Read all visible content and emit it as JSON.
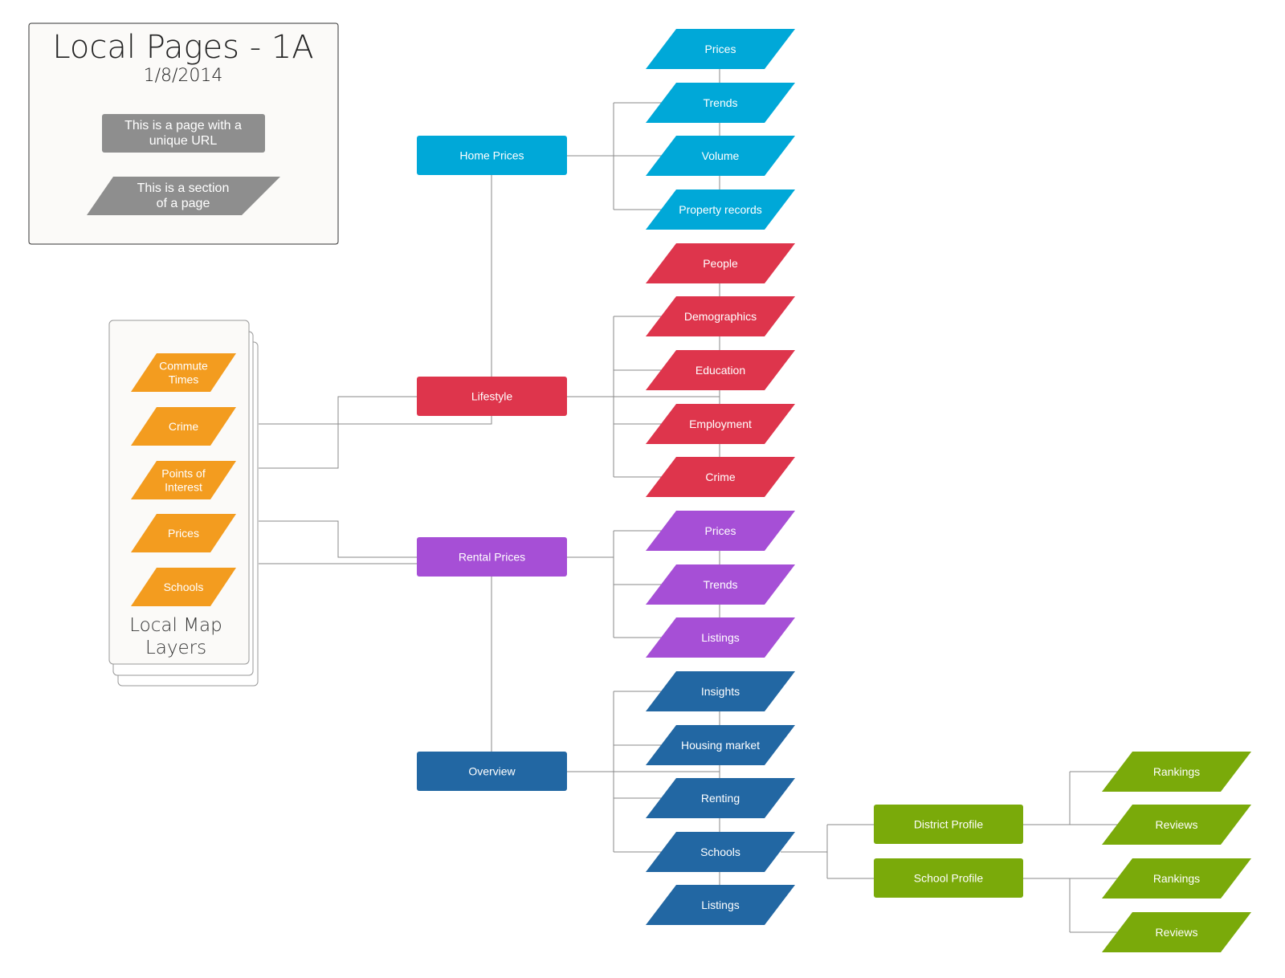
{
  "legend": {
    "title": "Local Pages - 1A",
    "date": "1/8/2014",
    "page_example": "This is a page with a\nunique URL",
    "section_example": "This is a section\nof a page"
  },
  "colors": {
    "home": "#00A8D8",
    "lifestyle": "#DE354C",
    "rental": "#A64FD6",
    "overview": "#2267A3",
    "map": "#F39C1F",
    "school": "#7AAA0A",
    "legend_gray": "#8E8E8E",
    "line": "#8a8a8a"
  },
  "map_layers": {
    "title": "Local Map\nLayers",
    "items": [
      "Commute\nTimes",
      "Crime",
      "Points of\nInterest",
      "Prices",
      "Schools"
    ]
  },
  "pages": {
    "home_prices": "Home Prices",
    "lifestyle": "Lifestyle",
    "rental_prices": "Rental Prices",
    "overview": "Overview",
    "district_profile": "District Profile",
    "school_profile": "School Profile"
  },
  "sections": {
    "home_prices": [
      "Prices",
      "Trends",
      "Volume",
      "Property records"
    ],
    "lifestyle": [
      "People",
      "Demographics",
      "Education",
      "Employment",
      "Crime"
    ],
    "rental_prices": [
      "Prices",
      "Trends",
      "Listings"
    ],
    "overview": [
      "Insights",
      "Housing market",
      "Renting",
      "Schools",
      "Listings"
    ],
    "district_profile": [
      "Rankings",
      "Reviews"
    ],
    "school_profile": [
      "Rankings",
      "Reviews"
    ]
  }
}
